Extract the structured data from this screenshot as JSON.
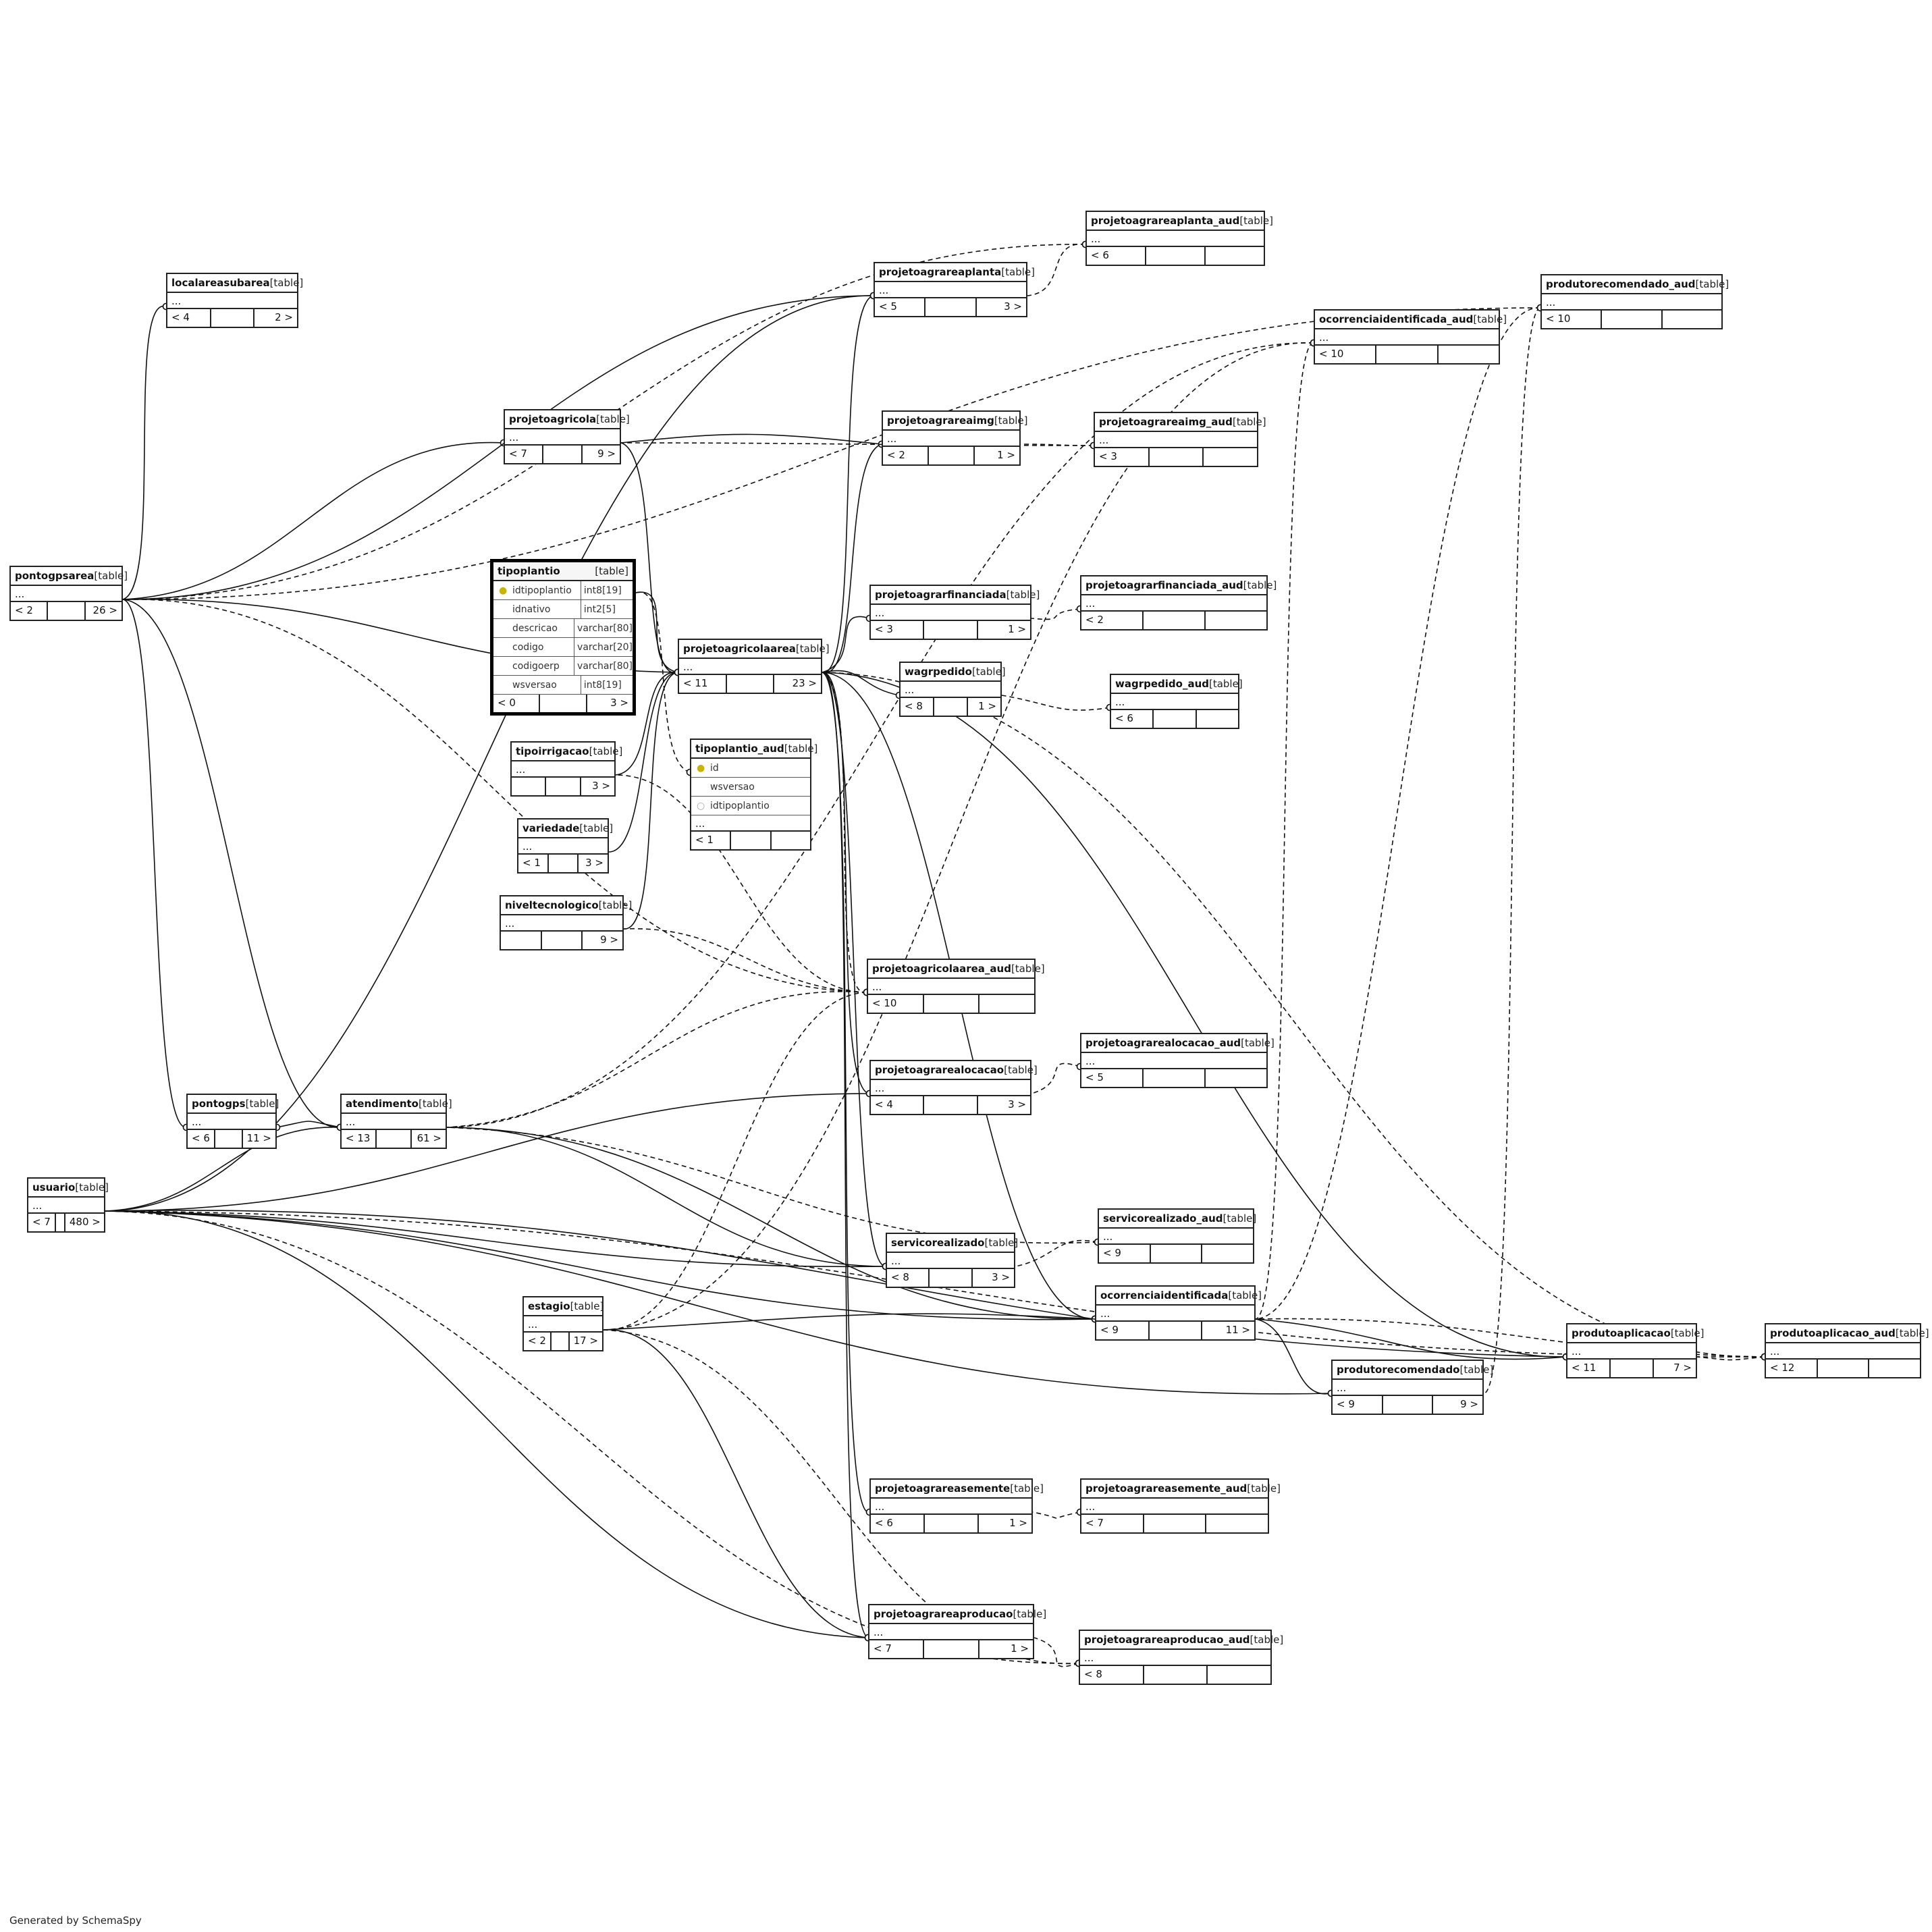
{
  "footer": "Generated by SchemaSpy",
  "type_label": "[table]",
  "ellipsis": "...",
  "tables": {
    "pontogpsarea": {
      "name": "pontogpsarea",
      "f1": "< 2",
      "f2": "",
      "f3": "26 >"
    },
    "localareasubarea": {
      "name": "localareasubarea",
      "f1": "< 4",
      "f2": "",
      "f3": "2 >"
    },
    "projetoagricola": {
      "name": "projetoagricola",
      "f1": "< 7",
      "f2": "",
      "f3": "9 >"
    },
    "tipoplantio": {
      "name": "tipoplantio",
      "columns": [
        {
          "name": "idtipoplantio",
          "type": "int8[19]",
          "key": "primary-key-icon"
        },
        {
          "name": "idnativo",
          "type": "int2[5]"
        },
        {
          "name": "descricao",
          "type": "varchar[80]"
        },
        {
          "name": "codigo",
          "type": "varchar[20]"
        },
        {
          "name": "codigoerp",
          "type": "varchar[80]"
        },
        {
          "name": "wsversao",
          "type": "int8[19]"
        }
      ],
      "f1": "< 0",
      "f2": "",
      "f3": "3 >"
    },
    "tipoirrigacao": {
      "name": "tipoirrigacao",
      "f1": "",
      "f2": "",
      "f3": "3 >"
    },
    "variedade": {
      "name": "variedade",
      "f1": "< 1",
      "f2": "",
      "f3": "3 >"
    },
    "niveltecnologico": {
      "name": "niveltecnologico",
      "f1": "",
      "f2": "",
      "f3": "9 >"
    },
    "projetoagricolaarea": {
      "name": "projetoagricolaarea",
      "f1": "< 11",
      "f2": "",
      "f3": "23 >"
    },
    "tipoplantio_aud": {
      "name": "tipoplantio_aud",
      "columns": [
        {
          "name": "id",
          "key": "primary-key-icon"
        },
        {
          "name": "wsversao"
        },
        {
          "name": "idtipoplantio",
          "key": "foreign-key-icon"
        }
      ],
      "f1": "< 1",
      "f2": "",
      "f3": ""
    },
    "projetoagrareaplanta": {
      "name": "projetoagrareaplanta",
      "f1": "< 5",
      "f2": "",
      "f3": "3 >"
    },
    "projetoagrareaplanta_aud": {
      "name": "projetoagrareaplanta_aud",
      "f1": "< 6",
      "f2": "",
      "f3": ""
    },
    "projetoagrareaimg": {
      "name": "projetoagrareaimg",
      "f1": "< 2",
      "f2": "",
      "f3": "1 >"
    },
    "projetoagrareaimg_aud": {
      "name": "projetoagrareaimg_aud",
      "f1": "< 3",
      "f2": "",
      "f3": ""
    },
    "projetoagrarfinanciada": {
      "name": "projetoagrarfinanciada",
      "f1": "< 3",
      "f2": "",
      "f3": "1 >"
    },
    "projetoagrarfinanciada_aud": {
      "name": "projetoagrarfinanciada_aud",
      "f1": "< 2",
      "f2": "",
      "f3": ""
    },
    "wagrpedido": {
      "name": "wagrpedido",
      "f1": "< 8",
      "f2": "",
      "f3": "1 >"
    },
    "wagrpedido_aud": {
      "name": "wagrpedido_aud",
      "f1": "< 6",
      "f2": "",
      "f3": ""
    },
    "ocorrenciaidentificada_aud": {
      "name": "ocorrenciaidentificada_aud",
      "f1": "< 10",
      "f2": "",
      "f3": ""
    },
    "produtorecomendado_aud": {
      "name": "produtorecomendado_aud",
      "f1": "< 10",
      "f2": "",
      "f3": ""
    },
    "projetoagricolaarea_aud": {
      "name": "projetoagricolaarea_aud",
      "f1": "< 10",
      "f2": "",
      "f3": ""
    },
    "projetoagrarealocacao": {
      "name": "projetoagrarealocacao",
      "f1": "< 4",
      "f2": "",
      "f3": "3 >"
    },
    "projetoagrarealocacao_aud": {
      "name": "projetoagrarealocacao_aud",
      "f1": "< 5",
      "f2": "",
      "f3": ""
    },
    "pontogps": {
      "name": "pontogps",
      "f1": "< 6",
      "f2": "",
      "f3": "11 >"
    },
    "atendimento": {
      "name": "atendimento",
      "f1": "< 13",
      "f2": "",
      "f3": "61 >"
    },
    "usuario": {
      "name": "usuario",
      "f1": "< 7",
      "f2": "",
      "f3": "480 >"
    },
    "servicorealizado": {
      "name": "servicorealizado",
      "f1": "< 8",
      "f2": "",
      "f3": "3 >"
    },
    "servicorealizado_aud": {
      "name": "servicorealizado_aud",
      "f1": "< 9",
      "f2": "",
      "f3": ""
    },
    "ocorrenciaidentificada": {
      "name": "ocorrenciaidentificada",
      "f1": "< 9",
      "f2": "",
      "f3": "11 >"
    },
    "estagio": {
      "name": "estagio",
      "f1": "< 2",
      "f2": "",
      "f3": "17 >"
    },
    "produtorecomendado": {
      "name": "produtorecomendado",
      "f1": "< 9",
      "f2": "",
      "f3": "9 >"
    },
    "produtoaplicacao": {
      "name": "produtoaplicacao",
      "f1": "< 11",
      "f2": "",
      "f3": "7 >"
    },
    "produtoaplicacao_aud": {
      "name": "produtoaplicacao_aud",
      "f1": "< 12",
      "f2": "",
      "f3": ""
    },
    "projetoagrareasemente": {
      "name": "projetoagrareasemente",
      "f1": "< 6",
      "f2": "",
      "f3": "1 >"
    },
    "projetoagrareasemente_aud": {
      "name": "projetoagrareasemente_aud",
      "f1": "< 7",
      "f2": "",
      "f3": ""
    },
    "projetoagrareaproducao": {
      "name": "projetoagrareaproducao",
      "f1": "< 7",
      "f2": "",
      "f3": "1 >"
    },
    "projetoagrareaproducao_aud": {
      "name": "projetoagrareaproducao_aud",
      "f1": "< 8",
      "f2": "",
      "f3": ""
    }
  },
  "relationships": [
    {
      "from": "localareasubarea",
      "to": "pontogpsarea",
      "type": "solid"
    },
    {
      "from": "projetoagricola",
      "to": "pontogpsarea",
      "type": "solid"
    },
    {
      "from": "projetoagricolaarea",
      "to": "pontogpsarea",
      "type": "solid"
    },
    {
      "from": "projetoagrareaplanta",
      "to": "pontogpsarea",
      "type": "solid"
    },
    {
      "from": "pontogps",
      "to": "pontogpsarea",
      "type": "solid"
    },
    {
      "from": "atendimento",
      "to": "pontogpsarea",
      "type": "solid"
    },
    {
      "from": "projetoagricolaarea",
      "to": "projetoagricola",
      "type": "solid"
    },
    {
      "from": "projetoagrareaimg",
      "to": "projetoagricola",
      "type": "solid"
    },
    {
      "from": "projetoagricolaarea",
      "to": "tipoplantio",
      "type": "solid"
    },
    {
      "from": "projetoagricolaarea",
      "to": "tipoirrigacao",
      "type": "solid"
    },
    {
      "from": "projetoagricolaarea",
      "to": "variedade",
      "type": "solid"
    },
    {
      "from": "projetoagricolaarea",
      "to": "niveltecnologico",
      "type": "solid"
    },
    {
      "from": "projetoagrareaplanta",
      "to": "projetoagricolaarea",
      "type": "solid"
    },
    {
      "from": "projetoagrareaimg",
      "to": "projetoagricolaarea",
      "type": "solid"
    },
    {
      "from": "projetoagrarfinanciada",
      "to": "projetoagricolaarea",
      "type": "solid"
    },
    {
      "from": "wagrpedido",
      "to": "projetoagricolaarea",
      "type": "solid"
    },
    {
      "from": "projetoagrarealocacao",
      "to": "projetoagricolaarea",
      "type": "solid"
    },
    {
      "from": "servicorealizado",
      "to": "projetoagricolaarea",
      "type": "solid"
    },
    {
      "from": "ocorrenciaidentificada",
      "to": "projetoagricolaarea",
      "type": "solid"
    },
    {
      "from": "produtoaplicacao",
      "to": "projetoagricolaarea",
      "type": "solid"
    },
    {
      "from": "projetoagrareasemente",
      "to": "projetoagricolaarea",
      "type": "solid"
    },
    {
      "from": "projetoagrareaproducao",
      "to": "projetoagricolaarea",
      "type": "solid"
    },
    {
      "from": "pontogps",
      "to": "atendimento",
      "type": "solid"
    },
    {
      "from": "atendimento",
      "to": "usuario",
      "type": "solid"
    },
    {
      "from": "servicorealizado",
      "to": "atendimento",
      "type": "solid"
    },
    {
      "from": "ocorrenciaidentificada",
      "to": "atendimento",
      "type": "solid"
    },
    {
      "from": "produtorecomendado",
      "to": "ocorrenciaidentificada",
      "type": "solid"
    },
    {
      "from": "produtoaplicacao",
      "to": "ocorrenciaidentificada",
      "type": "solid"
    },
    {
      "from": "ocorrenciaidentificada",
      "to": "estagio",
      "type": "solid"
    },
    {
      "from": "projetoagrareaproducao",
      "to": "estagio",
      "type": "solid"
    },
    {
      "from": "projetoagrareaplanta",
      "to": "usuario",
      "type": "solid"
    },
    {
      "from": "projetoagrarealocacao",
      "to": "usuario",
      "type": "solid"
    },
    {
      "from": "servicorealizado",
      "to": "usuario",
      "type": "solid"
    },
    {
      "from": "ocorrenciaidentificada",
      "to": "usuario",
      "type": "solid"
    },
    {
      "from": "produtorecomendado",
      "to": "usuario",
      "type": "solid"
    },
    {
      "from": "produtoaplicacao",
      "to": "usuario",
      "type": "solid"
    },
    {
      "from": "projetoagrareaproducao",
      "to": "usuario",
      "type": "solid"
    },
    {
      "from": "projetoagrareaplanta_aud",
      "to": "projetoagrareaplanta",
      "type": "dashed"
    },
    {
      "from": "projetoagrareaimg_aud",
      "to": "projetoagrareaimg",
      "type": "dashed"
    },
    {
      "from": "projetoagrarfinanciada_aud",
      "to": "projetoagrarfinanciada",
      "type": "dashed"
    },
    {
      "from": "wagrpedido_aud",
      "to": "wagrpedido",
      "type": "dashed"
    },
    {
      "from": "projetoagricolaarea_aud",
      "to": "projetoagricolaarea",
      "type": "dashed"
    },
    {
      "from": "projetoagrarealocacao_aud",
      "to": "projetoagrarealocacao",
      "type": "dashed"
    },
    {
      "from": "servicorealizado_aud",
      "to": "servicorealizado",
      "type": "dashed"
    },
    {
      "from": "ocorrenciaidentificada_aud",
      "to": "ocorrenciaidentificada",
      "type": "dashed"
    },
    {
      "from": "produtorecomendado_aud",
      "to": "produtorecomendado",
      "type": "dashed"
    },
    {
      "from": "produtoaplicacao_aud",
      "to": "produtoaplicacao",
      "type": "dashed"
    },
    {
      "from": "projetoagrareasemente_aud",
      "to": "projetoagrareasemente",
      "type": "dashed"
    },
    {
      "from": "projetoagrareaproducao_aud",
      "to": "projetoagrareaproducao",
      "type": "dashed"
    },
    {
      "from": "tipoplantio_aud",
      "to": "tipoplantio",
      "type": "dashed"
    },
    {
      "from": "projetoagricolaarea_aud",
      "to": "pontogpsarea",
      "type": "dashed"
    },
    {
      "from": "projetoagrareaplanta_aud",
      "to": "pontogpsarea",
      "type": "dashed"
    },
    {
      "from": "produtorecomendado_aud",
      "to": "pontogpsarea",
      "type": "dashed"
    },
    {
      "from": "produtoaplicacao_aud",
      "to": "usuario",
      "type": "dashed"
    },
    {
      "from": "projetoagrareaproducao_aud",
      "to": "usuario",
      "type": "dashed"
    },
    {
      "from": "servicorealizado_aud",
      "to": "atendimento",
      "type": "dashed"
    },
    {
      "from": "projetoagricolaarea_aud",
      "to": "atendimento",
      "type": "dashed"
    },
    {
      "from": "ocorrenciaidentificada_aud",
      "to": "atendimento",
      "type": "dashed"
    },
    {
      "from": "projetoagricolaarea_aud",
      "to": "niveltecnologico",
      "type": "dashed"
    },
    {
      "from": "projetoagricolaarea_aud",
      "to": "tipoirrigacao",
      "type": "dashed"
    },
    {
      "from": "projetoagricolaarea_aud",
      "to": "estagio",
      "type": "dashed"
    },
    {
      "from": "produtoaplicacao_aud",
      "to": "projetoagricolaarea",
      "type": "dashed"
    },
    {
      "from": "projetoagrareaproducao_aud",
      "to": "estagio",
      "type": "dashed"
    },
    {
      "from": "ocorrenciaidentificada_aud",
      "to": "estagio",
      "type": "dashed"
    },
    {
      "from": "produtorecomendado_aud",
      "to": "ocorrenciaidentificada",
      "type": "dashed"
    },
    {
      "from": "produtoaplicacao_aud",
      "to": "ocorrenciaidentificada",
      "type": "dashed"
    },
    {
      "from": "projetoagrareaimg_aud",
      "to": "projetoagricola",
      "type": "dashed"
    }
  ]
}
